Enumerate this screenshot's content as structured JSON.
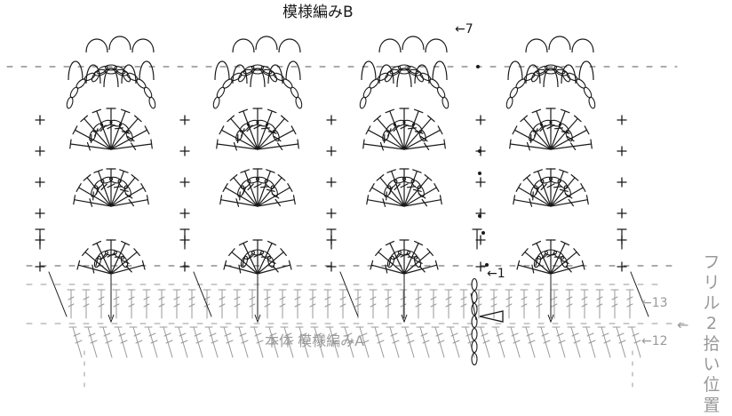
{
  "title": "模様編みB",
  "base_label": "本体 模様編みA",
  "row_labels": {
    "pattern_b_row_7": "←7",
    "pattern_b_row_1": "←1",
    "body_row_13": "←13",
    "body_row_12": "←12"
  },
  "pickup": {
    "arrow": "←",
    "chars": [
      "フ",
      "リ",
      "ル",
      "2",
      "拾",
      "い",
      "位",
      "置"
    ]
  },
  "colors": {
    "pattern_b": "#1a1a1a",
    "body_a": "#9a9a9a"
  },
  "legend_symbols": {
    "double_crochet": "T",
    "single_crochet": "+",
    "chain": "oval"
  }
}
